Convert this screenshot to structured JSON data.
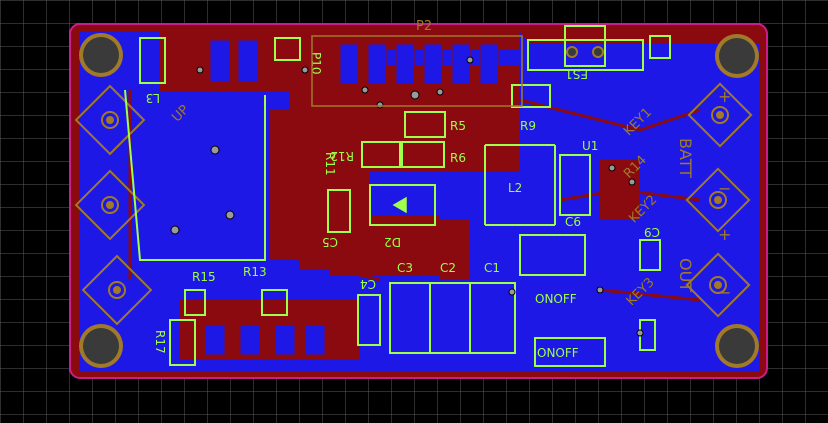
{
  "colors": {
    "background": "#000000",
    "grid": "#5a5a5a",
    "board_outline": "#c81e8c",
    "bottom_layer": "#8a0a10",
    "top_layer": "#1e18e6",
    "silkscreen_top": "#9dff4a",
    "silkscreen_bottom": "#a07a28",
    "pad": "#b08a30",
    "via": "#9a9a9a",
    "mount_hole": "#3a3a3a"
  },
  "labels": {
    "p2": "P2",
    "p10": "P10",
    "es1": "ES1",
    "r5": "R5",
    "r9": "R9",
    "r6": "R6",
    "r11": "R11",
    "r12": "R12",
    "u1": "U1",
    "key1": "KEY1",
    "r14": "R14",
    "batt": "BATT",
    "l2": "L2",
    "d2": "D2",
    "c5": "C5",
    "c6": "C6",
    "c9": "C9",
    "key2": "KEY2",
    "r15": "R15",
    "r13": "R13",
    "c3": "C3",
    "c2": "C2",
    "c1": "C1",
    "c4": "C4",
    "onoff_top": "ONOFF",
    "onoff_switch": "ONOFF",
    "out": "OUT",
    "key3": "KEY3",
    "r17": "R17",
    "up": "UP",
    "l3": "L3",
    "plus_top": "+",
    "minus_top": "−",
    "plus_out": "+",
    "minus_out": "−"
  }
}
